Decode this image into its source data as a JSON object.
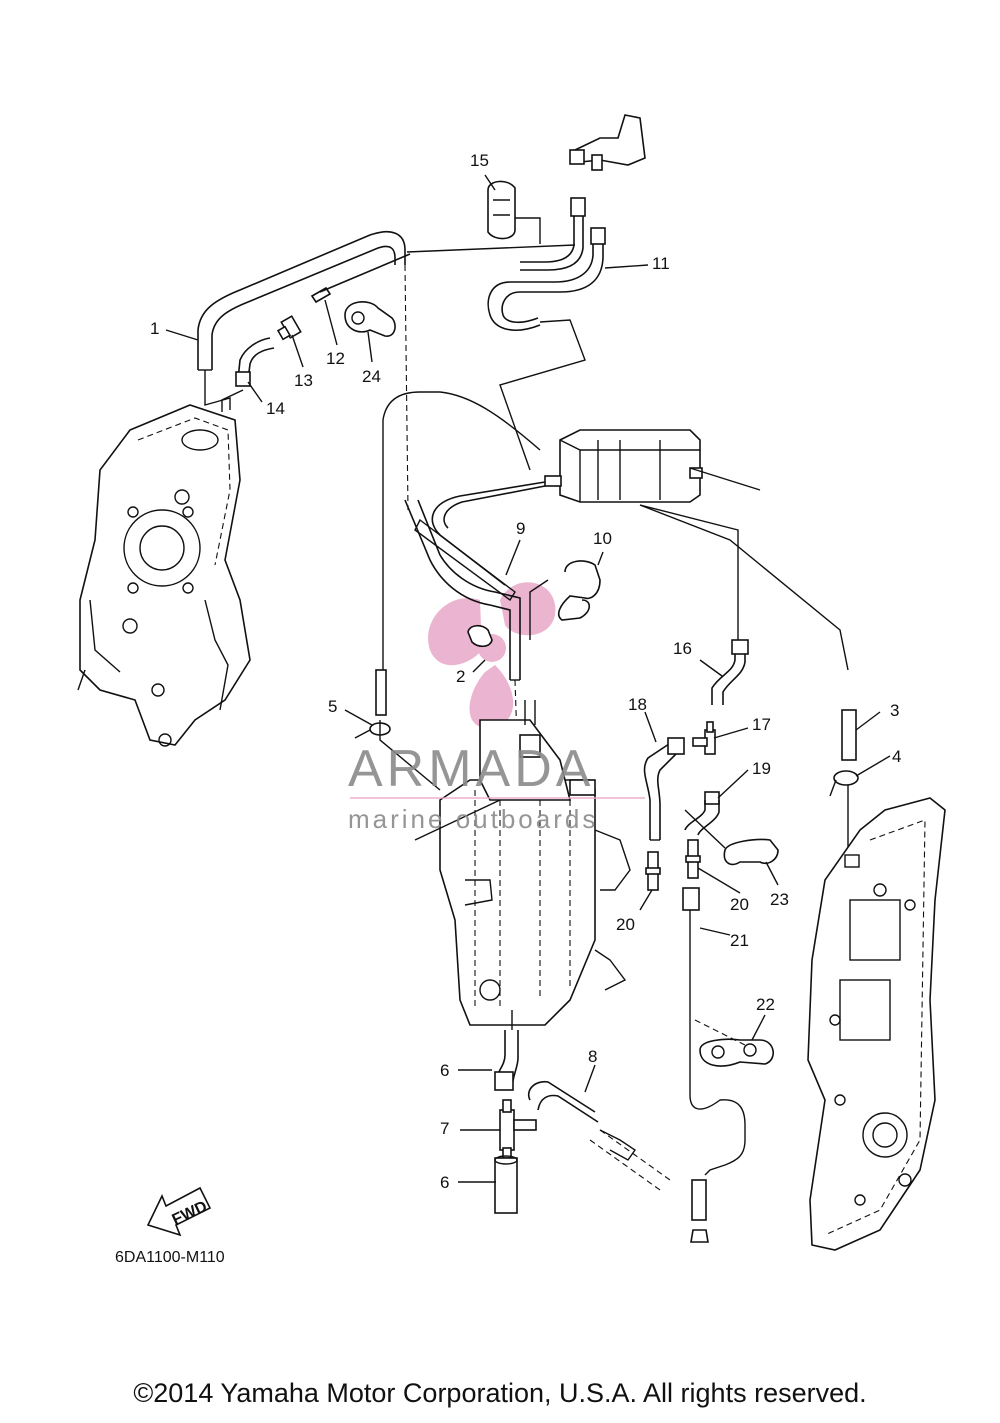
{
  "diagram_code": "6DA1100-M110",
  "fwd_label": "FWD",
  "watermark": {
    "brand": "ARMADA",
    "tagline": "marine outboards",
    "logo_color": "#e8a8c8",
    "text_color": "#8a8a8a"
  },
  "copyright": "©2014 Yamaha Motor Corporation, U.S.A. All rights reserved.",
  "callouts": [
    "1",
    "2",
    "3",
    "4",
    "5",
    "6",
    "6",
    "7",
    "8",
    "9",
    "10",
    "11",
    "12",
    "13",
    "14",
    "15",
    "16",
    "17",
    "18",
    "19",
    "20",
    "20",
    "21",
    "22",
    "23",
    "24"
  ]
}
